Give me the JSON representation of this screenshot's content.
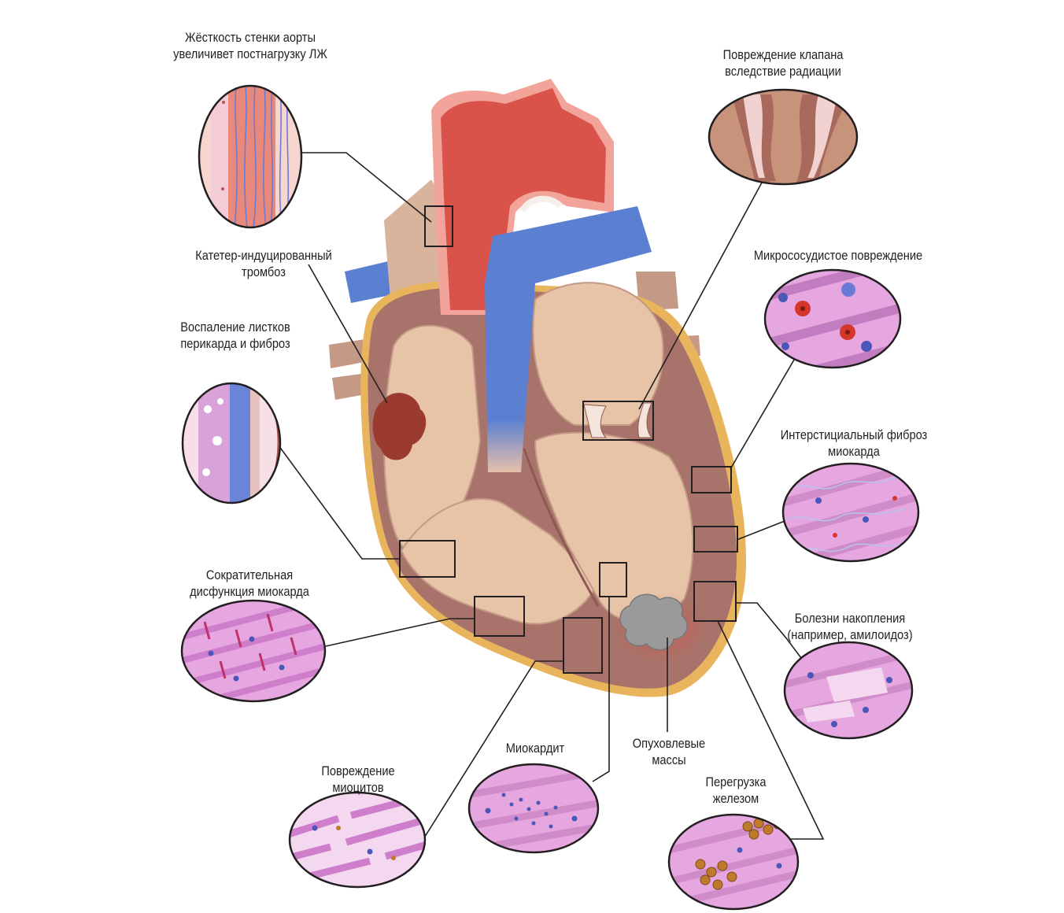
{
  "labels": {
    "aorta_stiffness": "Жёсткость стенки аорты\nувеличивет постнагрузку ЛЖ",
    "valve_damage": "Повреждение клапана\nвследствие радиации",
    "catheter_thrombosis": "Катетер-индуцированный\nтромбоз",
    "microvascular": "Микрососудистое повреждение",
    "pericardium": "Воспаление листков\nперикарда и фиброз",
    "interstitial_fibrosis": "Интерстициальный фиброз\nмиокарда",
    "contractile_dysfunction": "Сократительная\nдисфункция миокарда",
    "storage_disease": "Болезни накопления\n(например, амилоидоз)",
    "tumor_masses": "Опуховлевые\nмассы",
    "myocarditis": "Миокардит",
    "myocyte_damage": "Повреждение\nмиоцитов",
    "iron_overload": "Перегрузка\nжелезом"
  },
  "colors": {
    "aorta": "#d9534a",
    "aorta_light": "#f2a49a",
    "vena": "#5b7fd1",
    "myocardium": "#a8736a",
    "chamber": "#e7c3a7",
    "pericardium_rim": "#e8b45c",
    "tissue_pink": "#e6a6df",
    "nucleus": "#4a56b8",
    "thrombus": "#9b3a2e",
    "tumor": "#9a9a9a",
    "iron": "#c07a2c"
  }
}
